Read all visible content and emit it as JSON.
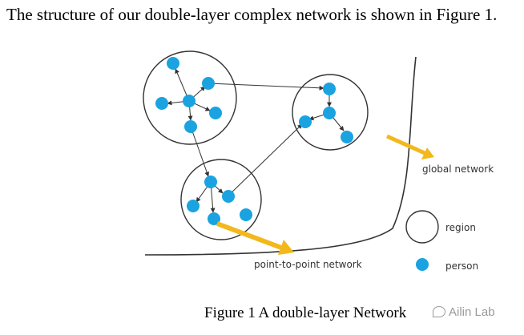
{
  "intro_text": "The structure of our double-layer complex network is shown in Figure 1.",
  "labels": {
    "global_network": "global network",
    "point_to_point_network": "point-to-point network",
    "legend_region": "region",
    "legend_person": "person"
  },
  "caption": "Figure 1 A double-layer Network",
  "watermark": "Ailin Lab",
  "colors": {
    "person": "#1aa3e0",
    "region_stroke": "#333333",
    "arrow_highlight": "#f2b81c",
    "edge": "#333333"
  }
}
